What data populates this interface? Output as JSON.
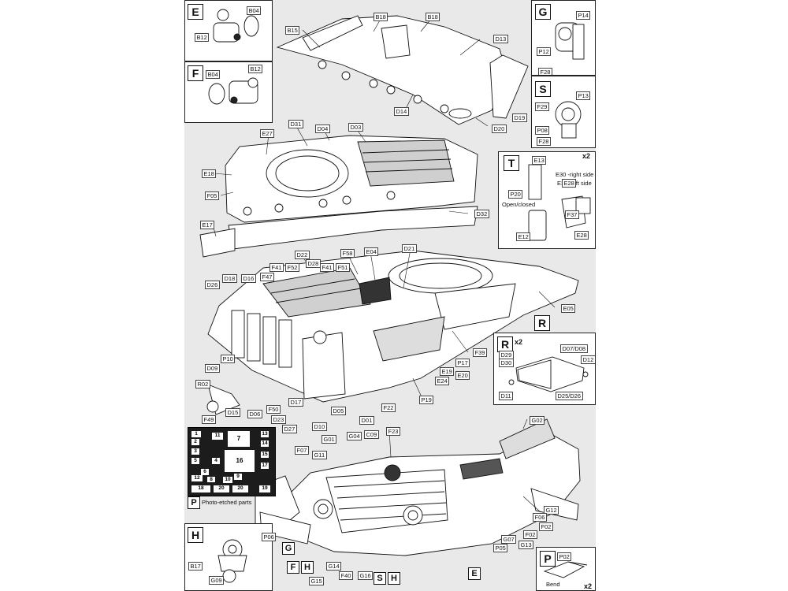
{
  "sections": {
    "E": {
      "tag": "E",
      "labels": [
        "B04",
        "B12"
      ]
    },
    "F": {
      "tag": "F",
      "labels": [
        "B12",
        "B04"
      ]
    },
    "G": {
      "tag": "G",
      "labels": [
        "P14",
        "P12",
        "F28"
      ]
    },
    "S": {
      "tag": "S",
      "labels": [
        "P13",
        "F29",
        "P08",
        "F28"
      ]
    },
    "T": {
      "tag": "T",
      "multiplier": "x2",
      "labels": [
        "E13",
        "P20",
        "E28",
        "F37",
        "E12",
        "E28"
      ],
      "notes": {
        "right": "E30 -right side",
        "left": "E31 -left side",
        "open": "Open/closed"
      }
    },
    "R": {
      "tag": "R",
      "multiplier": "x2",
      "labels": [
        "D07/D08",
        "D29",
        "D30",
        "D12",
        "D11",
        "D25/D26"
      ]
    },
    "H": {
      "tag": "H",
      "labels": [
        "B17",
        "G09"
      ]
    },
    "P": {
      "tag": "P",
      "multiplier": "x2",
      "labels": [
        "P02"
      ],
      "notes": {
        "bend": "Bend"
      }
    },
    "photo_etched": {
      "tag": "P",
      "caption": "Photo-etched parts",
      "numbers": [
        "1",
        "2",
        "3",
        "4",
        "5",
        "6",
        "7",
        "8",
        "9",
        "10",
        "11",
        "12",
        "13",
        "14",
        "15",
        "16",
        "17",
        "18",
        "19",
        "20",
        "20"
      ]
    }
  },
  "markers": {
    "r_main": "R",
    "bottom": [
      "G",
      "F",
      "H",
      "S",
      "H",
      "E"
    ]
  },
  "callouts": {
    "top": [
      "B15",
      "B18",
      "B18",
      "D13",
      "D14",
      "D20",
      "D19"
    ],
    "middle": [
      "D31",
      "D04",
      "D03",
      "E27",
      "E18",
      "F05",
      "E17",
      "D32"
    ],
    "main": [
      "D22",
      "D28",
      "F41",
      "F52",
      "F41",
      "F51",
      "F58",
      "E04",
      "D21",
      "D26",
      "D18",
      "D16",
      "F47",
      "E05",
      "F39",
      "P17",
      "E19",
      "E20",
      "E24",
      "P19",
      "F22",
      "D01",
      "D05",
      "D10",
      "D27",
      "D23",
      "D17",
      "F50",
      "D06",
      "D15",
      "F49",
      "R02",
      "D09",
      "P10"
    ],
    "lower": [
      "G02",
      "F23",
      "C09",
      "G04",
      "G01",
      "F07",
      "G11",
      "P06",
      "G12",
      "F06",
      "F02",
      "F02",
      "G07",
      "G13",
      "P05",
      "G14",
      "G15",
      "F40",
      "G16"
    ]
  }
}
